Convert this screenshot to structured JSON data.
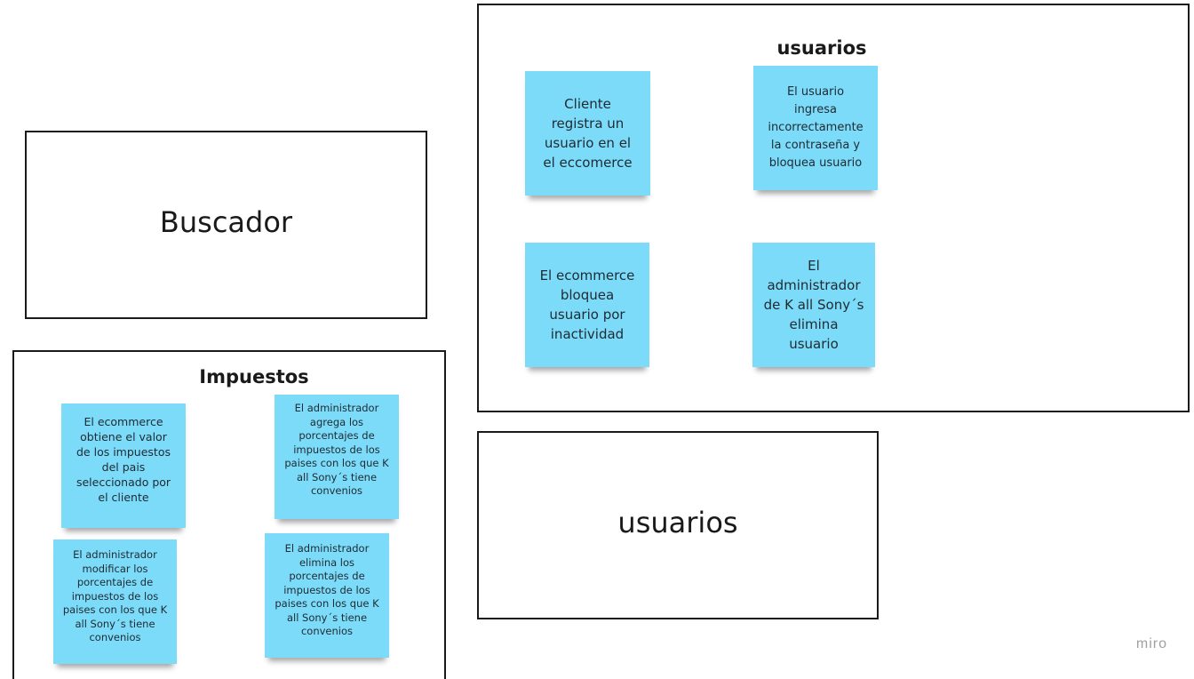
{
  "frames": {
    "buscador": {
      "label": "Buscador"
    },
    "usuarios_frame": {
      "title": "usuarios",
      "notes": [
        "Cliente\nregistra un\nusuario en el\nel eccomerce",
        "El usuario\ningresa\nincorrectamente\nla contraseña y\nbloquea usuario",
        "El ecommerce\nbloquea\nusuario  por\ninactividad",
        "El\nadministrador\nde K all Sony´s\nelimina\nusuario"
      ]
    },
    "usuarios_box": {
      "label": "usuarios"
    },
    "impuestos": {
      "title": "Impuestos",
      "notes": [
        "El ecommerce\nobtiene el valor\nde los impuestos\ndel pais\nseleccionado por\nel cliente",
        "El administrador\nagrega los\nporcentajes de\nimpuestos de los\npaises con los que K\nall Sony´s tiene\nconvenios",
        "El administrador\nmodificar los\nporcentajes de\nimpuestos de los\npaises con los que K\nall Sony´s tiene\nconvenios",
        "El administrador\nelimina  los\nporcentajes de\nimpuestos de los\npaises con los que K\nall Sony´s tiene\nconvenios"
      ]
    }
  },
  "watermark": "miro",
  "colors": {
    "sticky": "#7bdbf8",
    "frame_border": "#1a1a1a",
    "background": "#ffffff"
  }
}
